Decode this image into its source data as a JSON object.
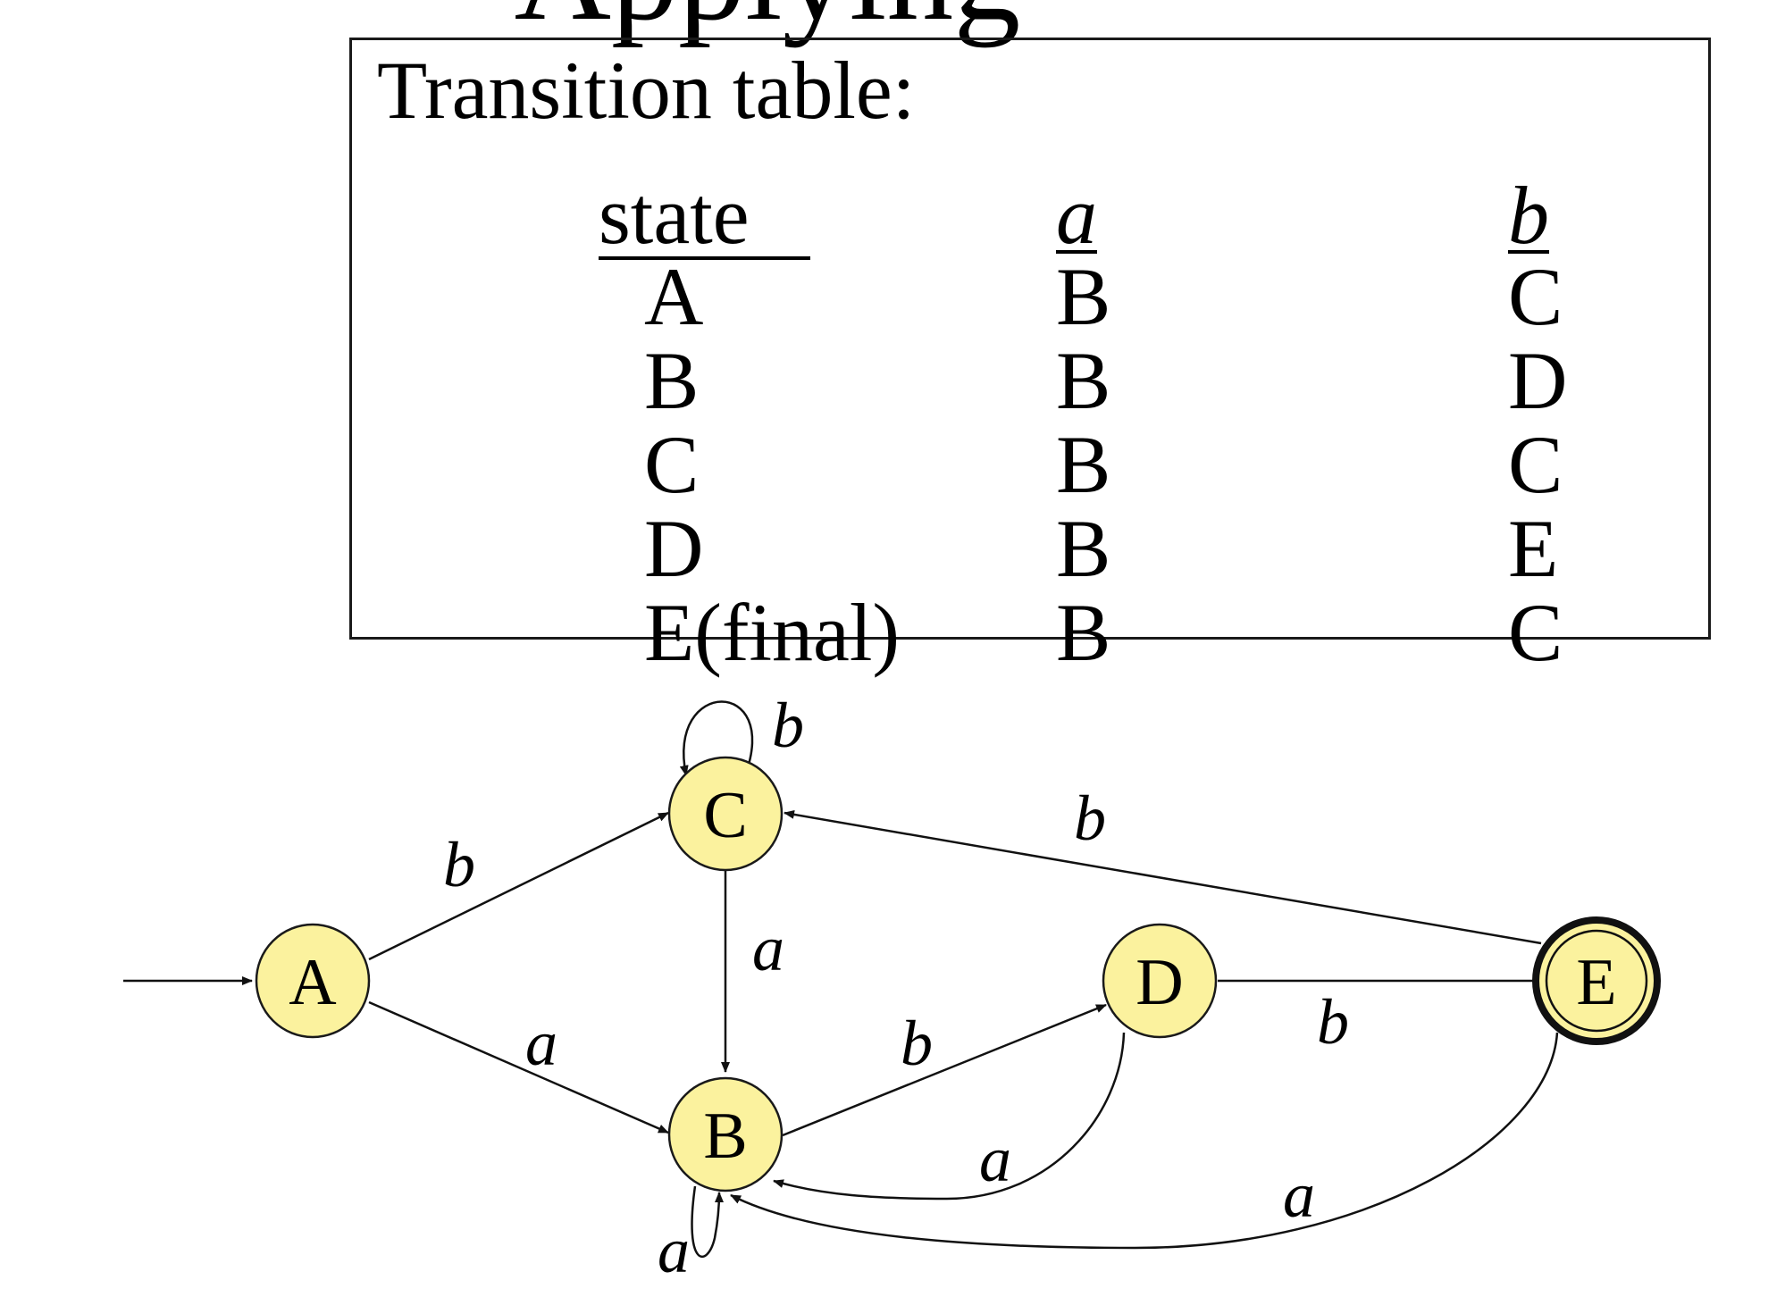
{
  "slide_title_fragment": "Applying",
  "transition_table": {
    "caption": "Transition table:",
    "headers": [
      "state",
      "a",
      "b"
    ],
    "rows": [
      [
        "A",
        "B",
        "C"
      ],
      [
        "B",
        "B",
        "D"
      ],
      [
        "C",
        "B",
        "C"
      ],
      [
        "D",
        "B",
        "E"
      ],
      [
        "E(final)",
        "B",
        "C"
      ]
    ]
  },
  "diagram": {
    "node_fill": "#fbf29e",
    "states": [
      {
        "id": "A",
        "label": "A",
        "start": true,
        "final": false
      },
      {
        "id": "B",
        "label": "B",
        "start": false,
        "final": false
      },
      {
        "id": "C",
        "label": "C",
        "start": false,
        "final": false
      },
      {
        "id": "D",
        "label": "D",
        "start": false,
        "final": false
      },
      {
        "id": "E",
        "label": "E",
        "start": false,
        "final": true
      }
    ],
    "transitions": [
      {
        "from": "A",
        "to": "C",
        "label": "b"
      },
      {
        "from": "A",
        "to": "B",
        "label": "a"
      },
      {
        "from": "C",
        "to": "C",
        "label": "b"
      },
      {
        "from": "C",
        "to": "B",
        "label": "a"
      },
      {
        "from": "B",
        "to": "B",
        "label": "a"
      },
      {
        "from": "B",
        "to": "D",
        "label": "b"
      },
      {
        "from": "D",
        "to": "B",
        "label": "a"
      },
      {
        "from": "D",
        "to": "E",
        "label": "b"
      },
      {
        "from": "E",
        "to": "C",
        "label": "b"
      },
      {
        "from": "E",
        "to": "B",
        "label": "a"
      }
    ]
  }
}
